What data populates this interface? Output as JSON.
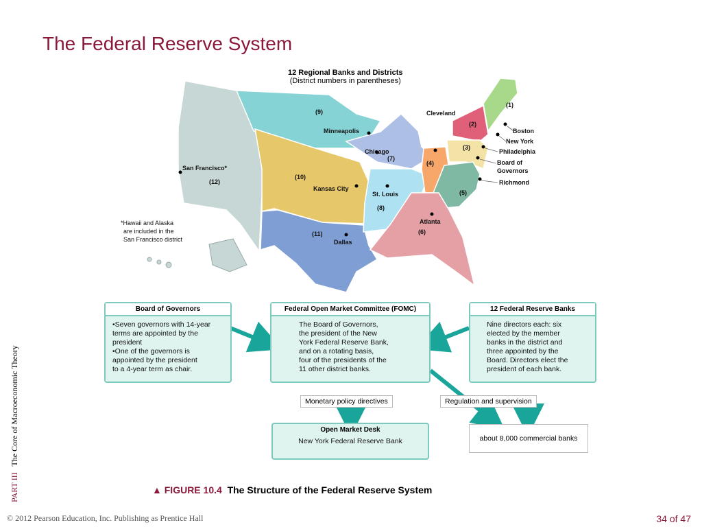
{
  "title": "The Federal Reserve System",
  "sidebar": {
    "part": "PART  III",
    "book": "The Core of Macroeconomic Theory"
  },
  "map": {
    "title": "12 Regional Banks and Districts",
    "subtitle": "(District numbers in parentheses)",
    "note": [
      "*Hawaii and Alaska",
      "are included in the",
      "San Francisco district"
    ],
    "districts": [
      {
        "num": "(1)",
        "color": "#a8d88a"
      },
      {
        "num": "(2)",
        "color": "#e0607a"
      },
      {
        "num": "(3)",
        "color": "#f3e3a6"
      },
      {
        "num": "(4)",
        "color": "#f7a76a"
      },
      {
        "num": "(5)",
        "color": "#7fb9a4"
      },
      {
        "num": "(6)",
        "color": "#e5a0a6"
      },
      {
        "num": "(7)",
        "color": "#aebfe6"
      },
      {
        "num": "(8)",
        "color": "#aee2f2"
      },
      {
        "num": "(9)",
        "color": "#86d3d6"
      },
      {
        "num": "(10)",
        "color": "#e6c86a"
      },
      {
        "num": "(11)",
        "color": "#7e9ed4"
      },
      {
        "num": "(12)",
        "color": "#c7d7d5"
      }
    ],
    "cities": [
      "Boston",
      "New York",
      "Philadelphia",
      "Board of",
      "Governors",
      "Richmond",
      "Cleveland",
      "Chicago",
      "Minneapolis",
      "Kansas City",
      "St. Louis",
      "Atlanta",
      "Dallas",
      "San Francisco*"
    ]
  },
  "boxes": {
    "bog": {
      "title": "Board of Governors",
      "lines": [
        "•Seven governors with 14-year",
        " terms are appointed by the",
        " president",
        "•One of the governors is",
        " appointed by the president",
        " to a 4-year term as chair."
      ]
    },
    "fomc": {
      "title": "Federal Open Market Committee (FOMC)",
      "lines": [
        "The Board of Governors,",
        "the president of the New",
        "York Federal Reserve Bank,",
        "and on a rotating basis,",
        "four of the presidents of the",
        "11 other district banks."
      ]
    },
    "frb": {
      "title": "12 Federal Reserve Banks",
      "lines": [
        "Nine directors each: six",
        "elected by the member",
        "banks in the district and",
        "three appointed by the",
        "Board. Directors elect the",
        "president of each bank."
      ]
    },
    "omd": {
      "title": "Open Market Desk",
      "lines": [
        "New York Federal Reserve Bank"
      ]
    },
    "banks": {
      "lines": [
        "about 8,000 commercial banks"
      ]
    }
  },
  "tags": {
    "monetary": "Monetary policy directives",
    "regulation": "Regulation and supervision"
  },
  "caption": {
    "fig": "FIGURE 10.4",
    "text": "The Structure of the Federal Reserve System"
  },
  "footer": {
    "copyright": "© 2012 Pearson Education, Inc. Publishing as Prentice Hall",
    "page": "34 of 47"
  },
  "colors": {
    "accent": "#8b1a3a",
    "teal": "#1aa59a",
    "box_fill": "#dff3ef",
    "box_border": "#7ec9bd"
  }
}
